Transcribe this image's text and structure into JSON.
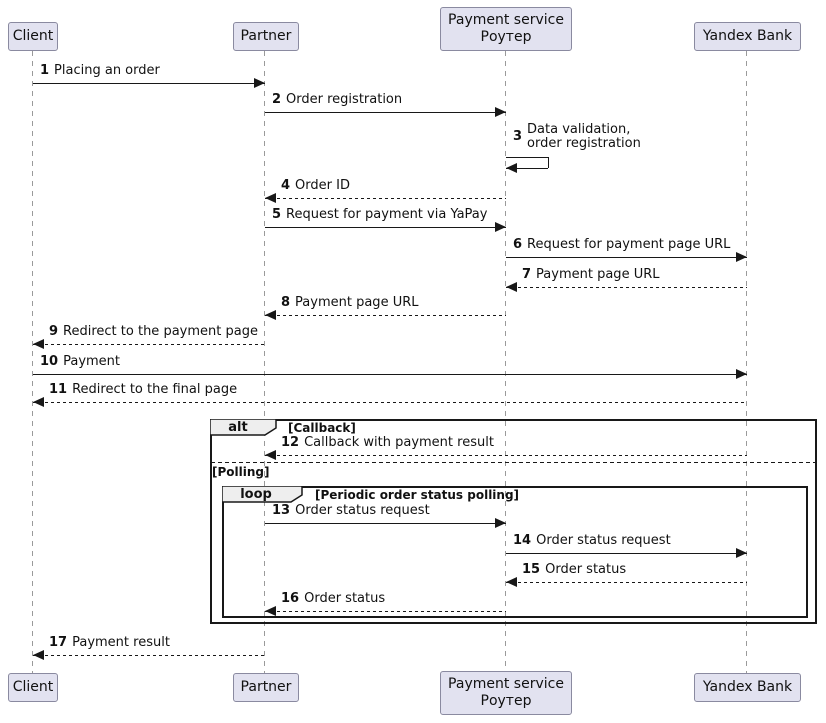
{
  "diagram_type": "uml-sequence-diagram",
  "participants": [
    {
      "name": "Client"
    },
    {
      "name": "Partner"
    },
    {
      "name": "Payment service\nРоутер"
    },
    {
      "name": "Yandex Bank"
    }
  ],
  "messages": [
    {
      "num": "1",
      "text": "Placing an order",
      "from": "Client",
      "to": "Partner",
      "line": "solid"
    },
    {
      "num": "2",
      "text": "Order registration",
      "from": "Partner",
      "to": "Payment service Роутер",
      "line": "solid"
    },
    {
      "num": "3",
      "text": "Data validation,\norder registration",
      "from": "Payment service Роутер",
      "to": "Payment service Роутер",
      "line": "self"
    },
    {
      "num": "4",
      "text": "Order ID",
      "from": "Payment service Роутер",
      "to": "Partner",
      "line": "dashed"
    },
    {
      "num": "5",
      "text": "Request for payment via YaPay",
      "from": "Partner",
      "to": "Payment service Роутер",
      "line": "solid"
    },
    {
      "num": "6",
      "text": "Request for payment page URL",
      "from": "Payment service Роутер",
      "to": "Yandex Bank",
      "line": "solid"
    },
    {
      "num": "7",
      "text": "Payment page URL",
      "from": "Yandex Bank",
      "to": "Payment service Роутер",
      "line": "dashed"
    },
    {
      "num": "8",
      "text": "Payment page URL",
      "from": "Payment service Роутер",
      "to": "Partner",
      "line": "dashed"
    },
    {
      "num": "9",
      "text": "Redirect to the payment page",
      "from": "Partner",
      "to": "Client",
      "line": "dashed"
    },
    {
      "num": "10",
      "text": "Payment",
      "from": "Client",
      "to": "Yandex Bank",
      "line": "solid"
    },
    {
      "num": "11",
      "text": "Redirect to the final page",
      "from": "Yandex Bank",
      "to": "Client",
      "line": "dashed"
    },
    {
      "num": "12",
      "text": "Callback with payment result",
      "from": "Yandex Bank",
      "to": "Partner",
      "line": "dashed"
    },
    {
      "num": "13",
      "text": "Order status request",
      "from": "Partner",
      "to": "Payment service Роутер",
      "line": "solid"
    },
    {
      "num": "14",
      "text": "Order status request",
      "from": "Payment service Роутер",
      "to": "Yandex Bank",
      "line": "solid"
    },
    {
      "num": "15",
      "text": "Order status",
      "from": "Yandex Bank",
      "to": "Payment service Роутер",
      "line": "dashed"
    },
    {
      "num": "16",
      "text": "Order status",
      "from": "Payment service Роутер",
      "to": "Partner",
      "line": "dashed"
    },
    {
      "num": "17",
      "text": "Payment result",
      "from": "Partner",
      "to": "Client",
      "line": "dashed"
    }
  ],
  "frames": {
    "alt": {
      "label": "alt",
      "guard_top": "[Callback]",
      "guard_bottom": "[Polling]"
    },
    "loop": {
      "label": "loop",
      "guard": "[Periodic order status polling]"
    }
  },
  "colors": {
    "participant_fill": "#E2E2F0",
    "participant_border": "#8A8AA0",
    "frame_header_fill": "#EEEEEE",
    "line_color": "#181818",
    "lifeline_color": "#9A9A9A",
    "background": "#FFFFFF"
  }
}
